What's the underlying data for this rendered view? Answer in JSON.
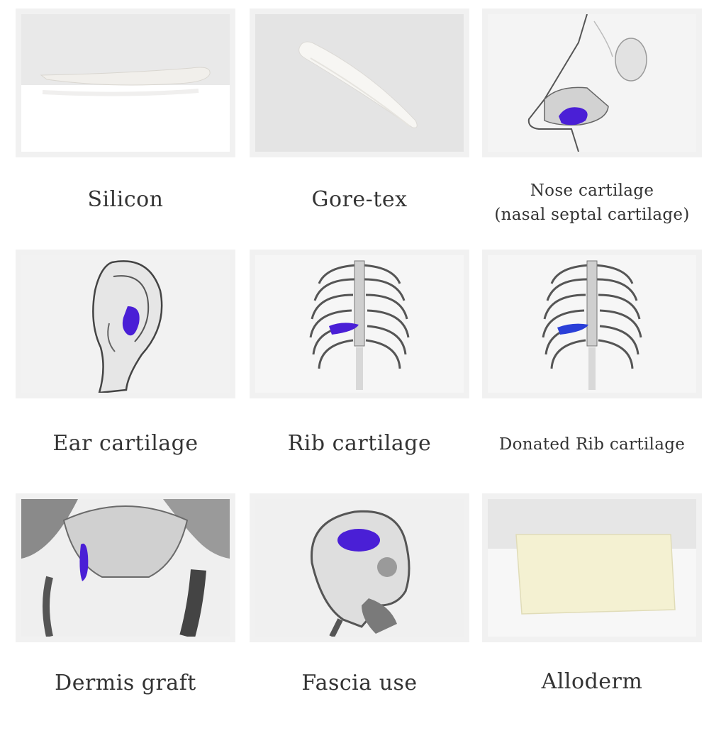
{
  "items": [
    {
      "label": "Silicon",
      "icon": "silicone-implant-icon"
    },
    {
      "label": "Gore-tex",
      "icon": "gore-tex-implant-icon"
    },
    {
      "label_lines": [
        "Nose cartilage",
        "(nasal septal cartilage)"
      ],
      "icon": "nose-septum-icon"
    },
    {
      "label": "Ear cartilage",
      "icon": "ear-icon"
    },
    {
      "label": "Rib cartilage",
      "icon": "ribcage-icon"
    },
    {
      "label": "Donated Rib cartilage",
      "icon": "ribcage-icon"
    },
    {
      "label": "Dermis graft",
      "icon": "pelvis-xray-icon"
    },
    {
      "label": "Fascia use",
      "icon": "skull-xray-icon"
    },
    {
      "label": "Alloderm",
      "icon": "alloderm-sheet-icon"
    }
  ],
  "colors": {
    "highlight": "#4a1fd6",
    "highlight_blue": "#2a3fd8",
    "label": "#333333",
    "frame": "#f1f1f1"
  }
}
